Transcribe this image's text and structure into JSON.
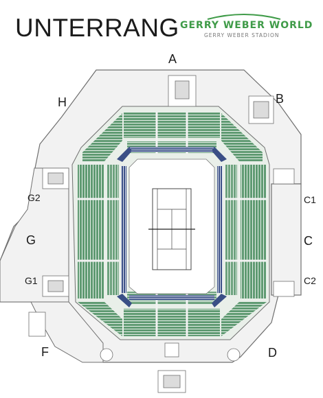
{
  "header": {
    "title": "UNTERRANG",
    "brand": "GERRY WEBER WORLD",
    "brand_sub": "GERRY WEBER STADION"
  },
  "entrances": [
    {
      "id": "A",
      "label": "A"
    },
    {
      "id": "B",
      "label": "B"
    },
    {
      "id": "C1",
      "label": "C1"
    },
    {
      "id": "C",
      "label": "C"
    },
    {
      "id": "C2",
      "label": "C2"
    },
    {
      "id": "D",
      "label": "D"
    },
    {
      "id": "F",
      "label": "F"
    },
    {
      "id": "G1",
      "label": "G1"
    },
    {
      "id": "G",
      "label": "G"
    },
    {
      "id": "G2",
      "label": "G2"
    },
    {
      "id": "H",
      "label": "H"
    }
  ],
  "colors": {
    "seat_green": "#5f9a72",
    "seat_green_dark": "#3f7a55",
    "vip_blue": "#3a4f86",
    "concourse": "#f2f2f2",
    "outline": "#6f6f6f",
    "court_line": "#444444"
  }
}
